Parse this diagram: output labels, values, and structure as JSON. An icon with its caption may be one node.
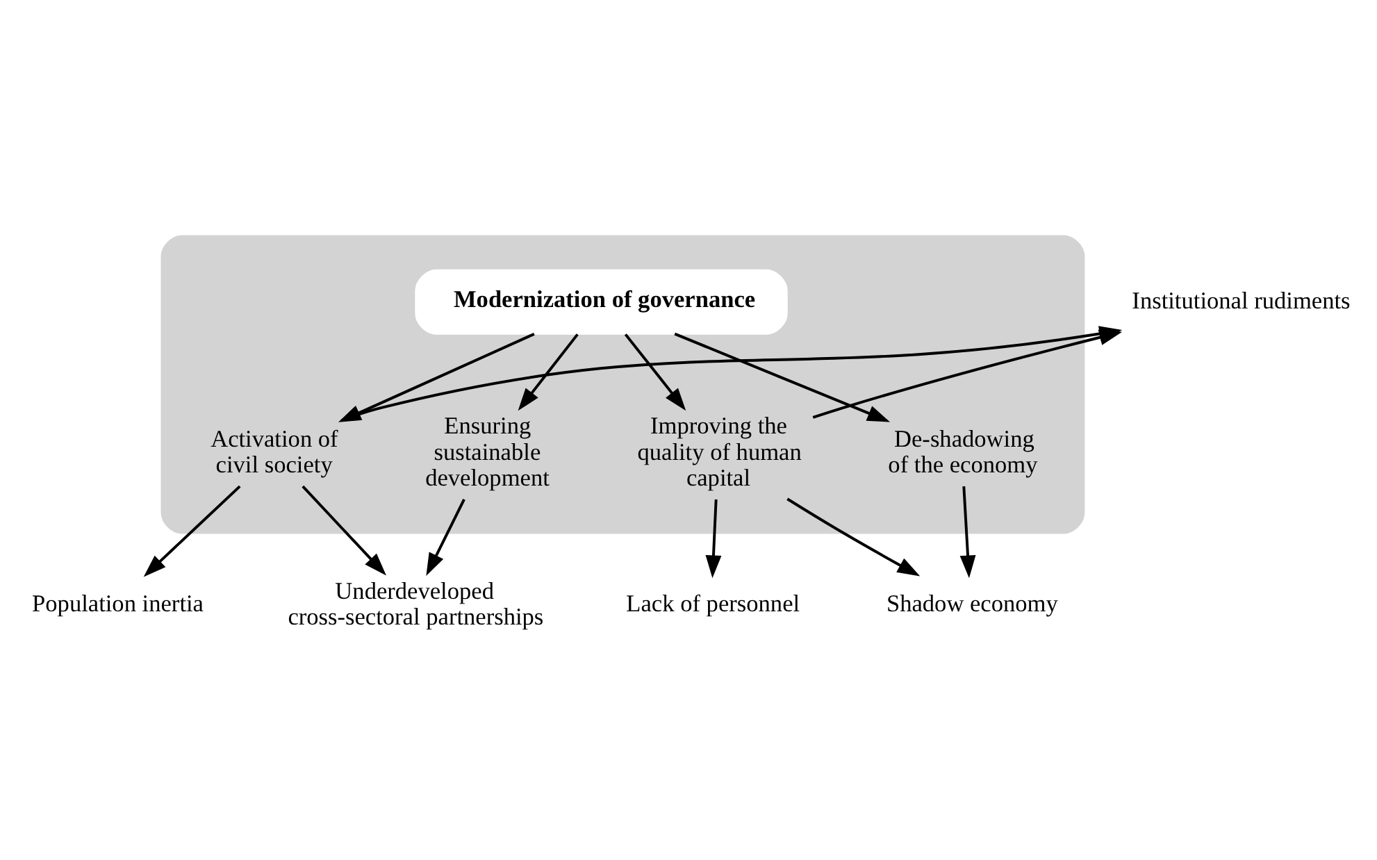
{
  "diagram": {
    "nodes": [
      {
        "text": [],
        "shape": "pentagon"
      },
      {
        "text": [
          "Institutional rudiments"
        ]
      },
      {
        "text": [
          "Population inertia"
        ]
      },
      {
        "text": [
          "Activation of civil society"
        ],
        "in": 0
      },
      {
        "text": [
          "Improving the quality of human capital"
        ],
        "in": 0
      },
      {
        "text": [
          "Lack of personnel"
        ]
      },
      {
        "text": [
          "Modernization of governance"
        ],
        "in": 0
      },
      {
        "text": [
          "Ensuring sustainable development"
        ],
        "in": 0
      },
      {
        "text": [
          "De-shadowing of the economy"
        ],
        "in": 0
      },
      {
        "text": [
          "Underdeveloped cross-sectoral partnerships"
        ]
      },
      {
        "text": [
          "Shadow economy"
        ]
      }
    ],
    "edges": [
      {
        "from": 3,
        "to": 1,
        "arrow": "to"
      },
      {
        "from": 4,
        "to": 1,
        "arrow": "to"
      },
      {
        "from": 3,
        "to": 2,
        "arrow": "to"
      },
      {
        "from": 4,
        "to": 5,
        "arrow": "to"
      },
      {
        "from": 3,
        "to": 9,
        "arrow": "to"
      },
      {
        "from": 4,
        "to": 10,
        "arrow": "to"
      },
      {
        "from": 6,
        "to": 3,
        "arrow": "to"
      },
      {
        "from": 6,
        "to": 4,
        "arrow": "to"
      },
      {
        "from": 6,
        "to": 7,
        "arrow": "to"
      },
      {
        "from": 6,
        "to": 8,
        "arrow": "to"
      },
      {
        "from": 7,
        "to": 9,
        "arrow": "to"
      },
      {
        "from": 8,
        "to": 10,
        "arrow": "to"
      }
    ]
  }
}
